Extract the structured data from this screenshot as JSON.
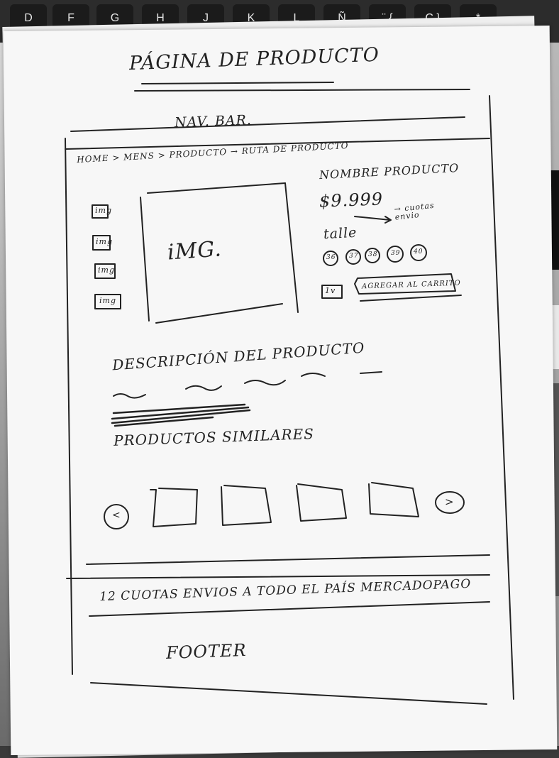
{
  "keyboard": {
    "keys": [
      "D",
      "F",
      "G",
      "H",
      "J",
      "K",
      "L",
      "Ñ",
      "¨ {",
      "Ç }",
      "*"
    ]
  },
  "page": {
    "title": "PÁGINA DE PRODUCTO",
    "navbar": "NAV. BAR.",
    "breadcrumb": "HOME > MENS > PRODUCTO → RUTA DE PRODUCTO",
    "thumbnails": [
      "img",
      "img",
      "img",
      "img"
    ],
    "main_image": "iMG.",
    "product_name": "NOMBRE PRODUCTO",
    "price": "$9.999",
    "installments_note": "→ cuotas envio",
    "size_label": "talle",
    "sizes": [
      "36",
      "37",
      "38",
      "39",
      "40"
    ],
    "quantity": "1v",
    "add_to_cart": "AGREGAR AL CARRITO",
    "description_title": "DESCRIPCIÓN DEL PRODUCTO",
    "similar_title": "PRODUCTOS SIMILARES",
    "carousel_prev": "<",
    "carousel_next": ">",
    "promo_bar": "12 CUOTAS ENVIOS A TODO EL PAÍS MERCADOPAGO",
    "footer": "FOOTER"
  }
}
